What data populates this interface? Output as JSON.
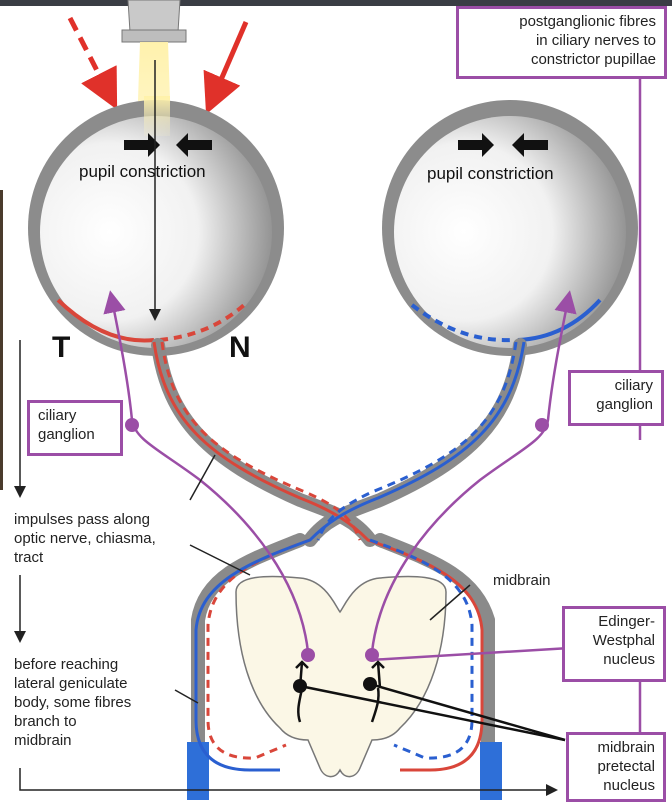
{
  "header_bar_color": "#3a3d44",
  "colors": {
    "red": "#d9463a",
    "blue": "#2a5fd0",
    "purple": "#9b4ea6",
    "gray": "#8a8a8a",
    "midbrain_fill": "#fbf7e6"
  },
  "labels": {
    "postganglionic": [
      "postganglionic fibres",
      "in ciliary nerves to",
      "constrictor pupillae"
    ],
    "pupil_left": "pupil constriction",
    "pupil_right": "pupil constriction",
    "temporal": "T",
    "nasal": "N",
    "ciliary_left": [
      "ciliary",
      "ganglion"
    ],
    "ciliary_right": [
      "ciliary",
      "ganglion"
    ],
    "impulses": [
      "impulses pass along",
      "optic nerve, chiasma,",
      "tract"
    ],
    "midbrain": "midbrain",
    "edinger": [
      "Edinger-",
      "Westphal",
      "nucleus"
    ],
    "before": [
      "before reaching",
      "lateral geniculate",
      "body, some fibres",
      "branch to",
      "midbrain"
    ],
    "pretectal": [
      "midbrain",
      "pretectal",
      "nucleus"
    ]
  }
}
